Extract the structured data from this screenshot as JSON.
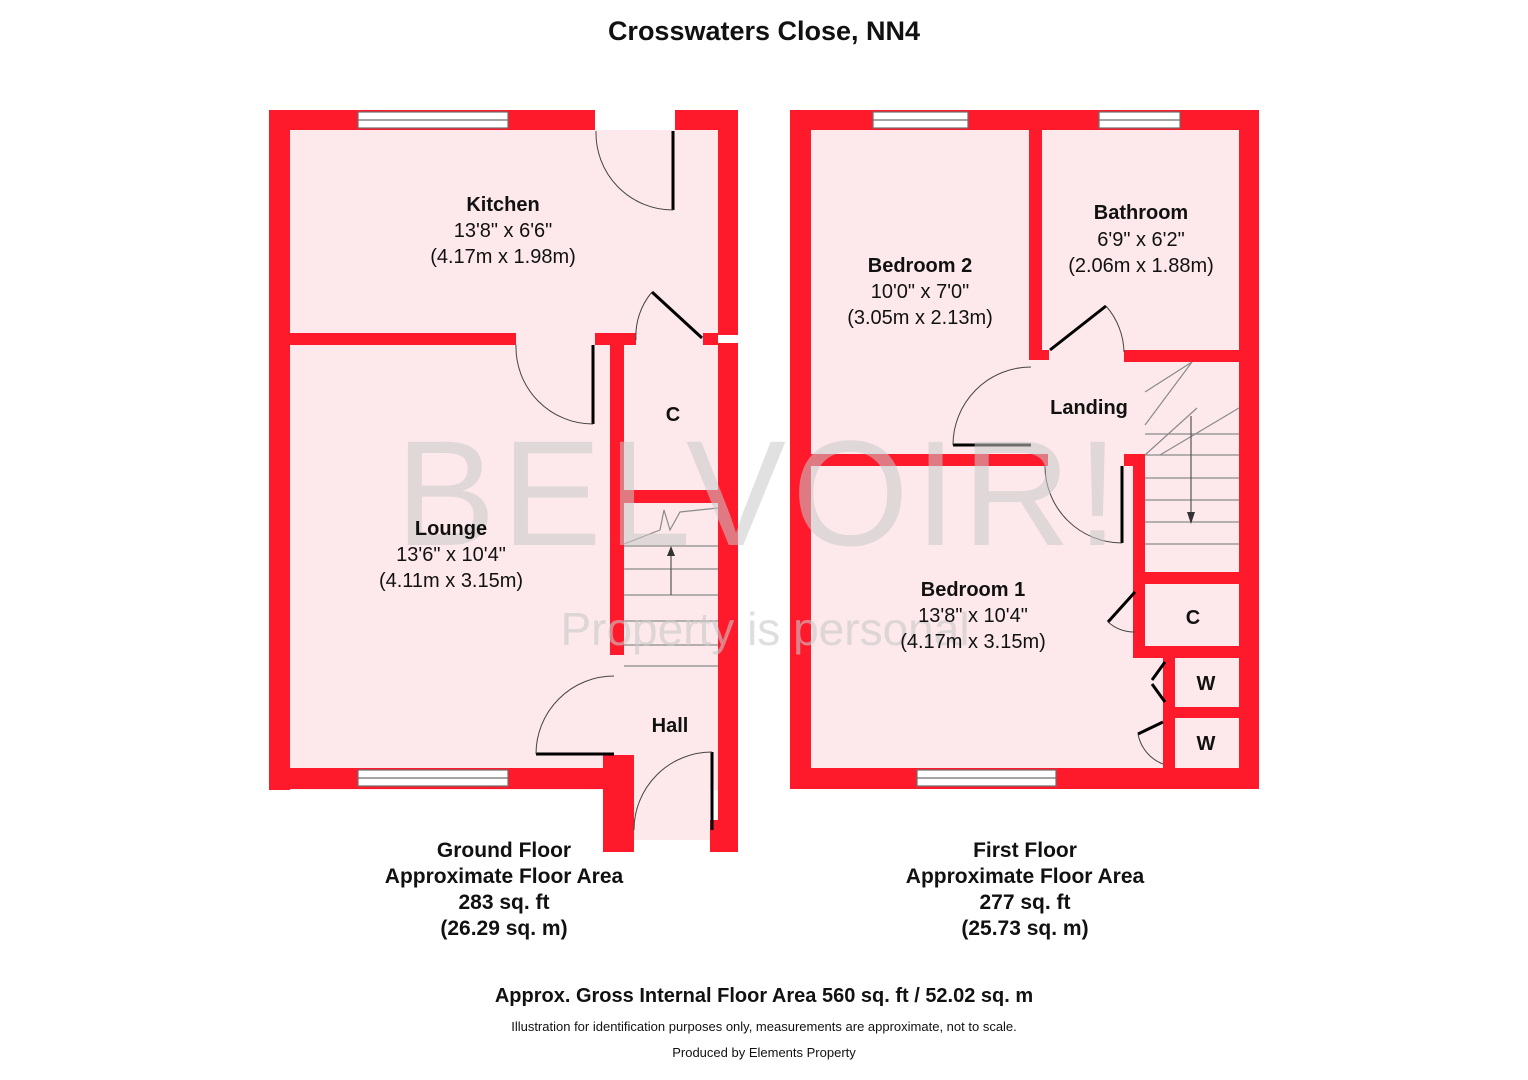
{
  "title": "Crosswaters Close, NN4",
  "watermark": {
    "brand": "BELVOIR!",
    "tagline": "Property is personal"
  },
  "colors": {
    "wall": "#fe1a2b",
    "floor": "#fde9eb"
  },
  "rooms": {
    "kitchen": {
      "name": "Kitchen",
      "imperial": "13'8\" x 6'6\"",
      "metric": "(4.17m x 1.98m)"
    },
    "lounge": {
      "name": "Lounge",
      "imperial": "13'6\" x 10'4\"",
      "metric": "(4.11m x 3.15m)"
    },
    "ground_cupboard": {
      "name": "C"
    },
    "hall": {
      "name": "Hall"
    },
    "bedroom2": {
      "name": "Bedroom 2",
      "imperial": "10'0\" x 7'0\"",
      "metric": "(3.05m x 2.13m)"
    },
    "bathroom": {
      "name": "Bathroom",
      "imperial": "6'9\" x 6'2\"",
      "metric": "(2.06m x 1.88m)"
    },
    "landing": {
      "name": "Landing"
    },
    "bedroom1": {
      "name": "Bedroom 1",
      "imperial": "13'8\" x 10'4\"",
      "metric": "(4.17m x 3.15m)"
    },
    "first_cupboard": {
      "name": "C"
    },
    "wardrobe1": {
      "name": "W"
    },
    "wardrobe2": {
      "name": "W"
    }
  },
  "ground_floor": {
    "name": "Ground Floor",
    "area_label": "Approximate Floor Area",
    "sqft": "283 sq. ft",
    "sqm": "(26.29 sq. m)"
  },
  "first_floor": {
    "name": "First Floor",
    "area_label": "Approximate Floor Area",
    "sqft": "277 sq. ft",
    "sqm": "(25.73 sq. m)"
  },
  "gross": "Approx. Gross Internal Floor Area 560 sq. ft / 52.02 sq. m",
  "disclaimer": "Illustration for identification purposes only, measurements are approximate, not to scale.",
  "produced_by": "Produced by Elements Property"
}
